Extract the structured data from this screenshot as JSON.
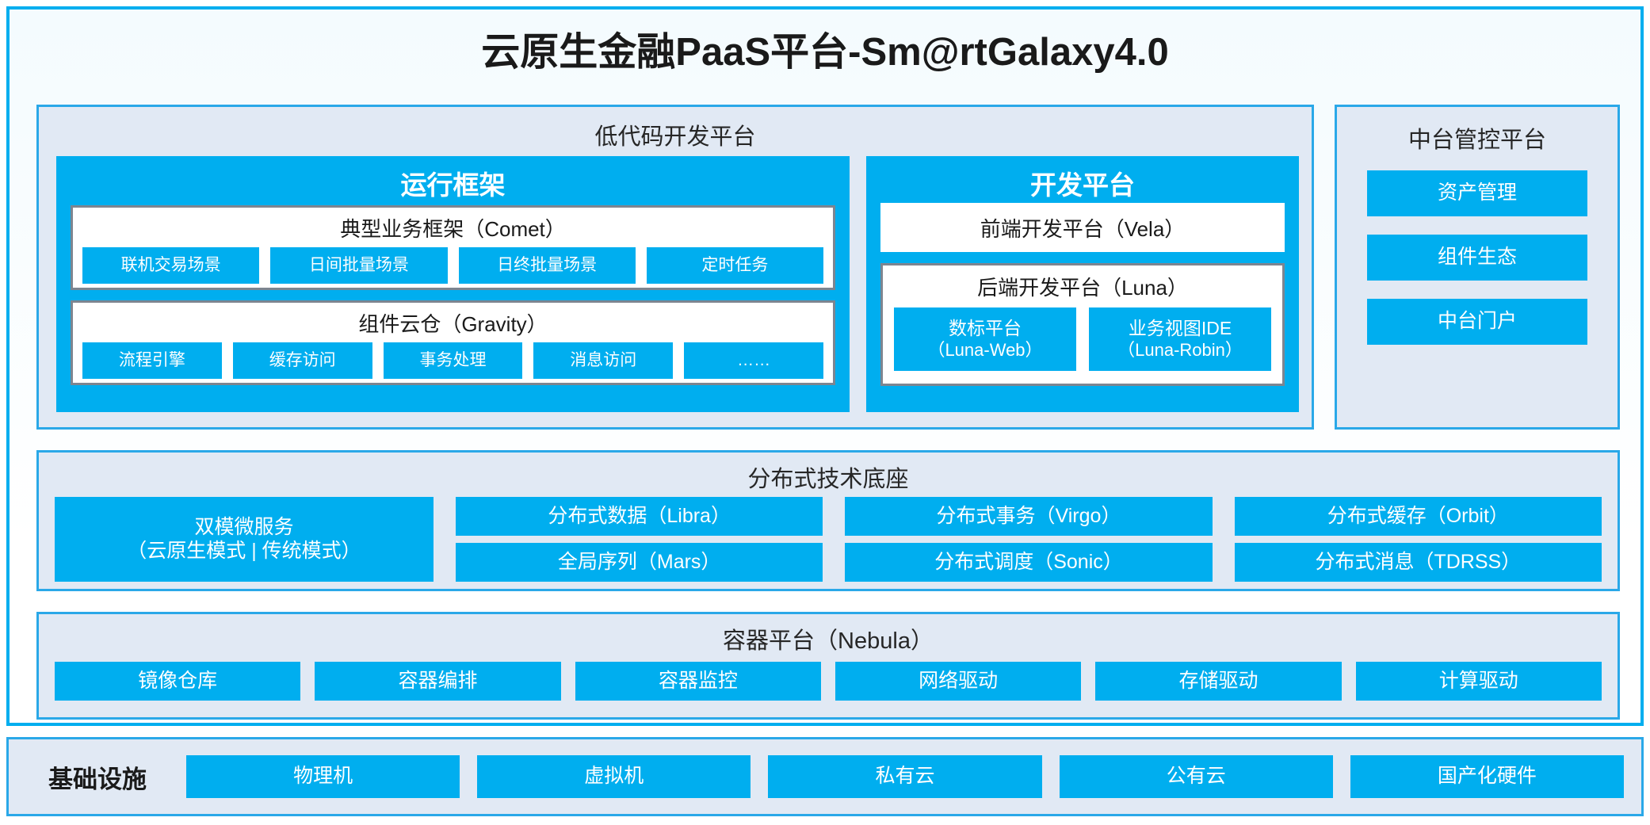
{
  "colors": {
    "accent": "#00AEEF",
    "panel_bg": "#e1e9f4",
    "panel_border": "#2aa8e8",
    "box_border": "#7d8590",
    "text_dark": "#1a1a1a",
    "text_light": "#ffffff"
  },
  "title": "云原生金融PaaS平台-Sm@rtGalaxy4.0",
  "lowcode": {
    "title": "低代码开发平台",
    "runtime": {
      "title": "运行框架",
      "comet": {
        "title": "典型业务框架（Comet）",
        "items": [
          "联机交易场景",
          "日间批量场景",
          "日终批量场景",
          "定时任务"
        ]
      },
      "gravity": {
        "title": "组件云仓（Gravity）",
        "items": [
          "流程引擎",
          "缓存访问",
          "事务处理",
          "消息访问",
          "……"
        ]
      }
    },
    "devplatform": {
      "title": "开发平台",
      "frontend": "前端开发平台（Vela）",
      "backend": {
        "title": "后端开发平台（Luna）",
        "items": [
          {
            "name": "数标平台",
            "code": "（Luna-Web）"
          },
          {
            "name": "业务视图IDE",
            "code": "（Luna-Robin）"
          }
        ]
      }
    }
  },
  "midplatform": {
    "title": "中台管控平台",
    "items": [
      "资产管理",
      "组件生态",
      "中台门户"
    ]
  },
  "distbase": {
    "title": "分布式技术底座",
    "microservice": {
      "line1": "双模微服务",
      "line2": "（云原生模式 | 传统模式）"
    },
    "columns": [
      [
        "分布式数据（Libra）",
        "全局序列（Mars）"
      ],
      [
        "分布式事务（Virgo）",
        "分布式调度（Sonic）"
      ],
      [
        "分布式缓存（Orbit）",
        "分布式消息（TDRSS）"
      ]
    ]
  },
  "container": {
    "title": "容器平台（Nebula）",
    "items": [
      "镜像仓库",
      "容器编排",
      "容器监控",
      "网络驱动",
      "存储驱动",
      "计算驱动"
    ]
  },
  "infrastructure": {
    "label": "基础设施",
    "items": [
      "物理机",
      "虚拟机",
      "私有云",
      "公有云",
      "国产化硬件"
    ]
  }
}
